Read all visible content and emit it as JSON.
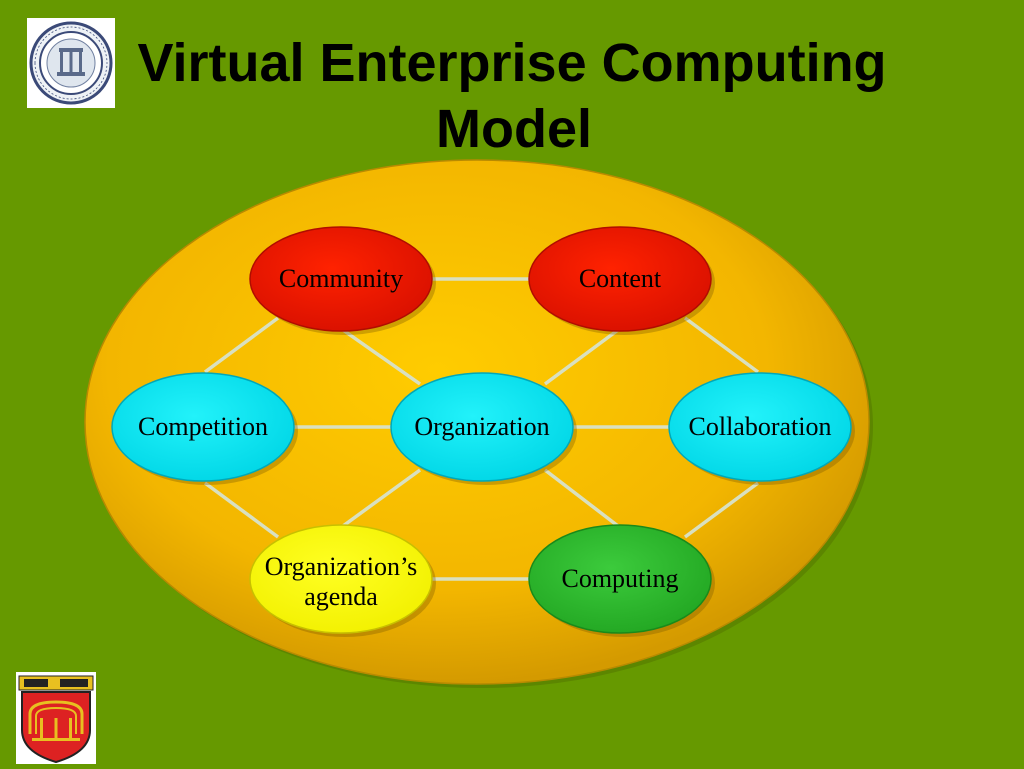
{
  "slide": {
    "title_line1": "Virtual Enterprise Computing",
    "title_line2": "Model"
  },
  "icons": {
    "top_left": "state-seal-icon",
    "bottom_left": "arch-crest-icon"
  },
  "colors": {
    "background": "#669900",
    "outer_ellipse": "#F2B800",
    "red_node": "#EE1100",
    "cyan_node": "#00E5EE",
    "yellow_node": "#FFFF00",
    "green_node": "#33BB33",
    "connector": "#D9E0C0"
  },
  "nodes": {
    "community": "Community",
    "content": "Content",
    "competition": "Competition",
    "organization": "Organization",
    "collaboration": "Collaboration",
    "agenda_line1": "Organization’s",
    "agenda_line2": "agenda",
    "computing": "Computing"
  }
}
